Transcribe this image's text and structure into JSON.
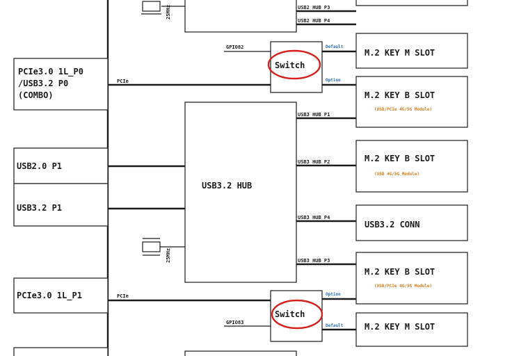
{
  "left_blocks": {
    "pcie_combo": [
      "PCIe3.0 1L_P0",
      "/USB3.2 P0",
      "(COMBO)"
    ],
    "usb2_p1": "USB2.0 P1",
    "usb3_p1": "USB3.2 P1",
    "pcie_p1": "PCIe3.0 1L_P1"
  },
  "signals": {
    "pcie_top": "PCIe",
    "pcie_bottom": "PCIe",
    "gpio_top": "GPIO82",
    "gpio_bottom": "GPIO83"
  },
  "switch_top": {
    "label": "Switch",
    "default": "Default",
    "option": "Option"
  },
  "switch_bottom": {
    "label": "Switch",
    "option": "Option",
    "default": "Default"
  },
  "hub": {
    "label": "USB3.2 HUB",
    "ports": [
      "USB3 HUB P1",
      "USB3 HUB P2",
      "USB3 HUB P4",
      "USB3 HUB P3"
    ],
    "top_ports": [
      "USB2 HUB P3",
      "USB2 HUB P4"
    ],
    "crystal": "25MHz"
  },
  "top_crystal": "25MHz",
  "right_blocks": {
    "m2_m_top": "M.2 KEY M SLOT",
    "m2_b_top": "M.2 KEY B SLOT",
    "m2_b_top_note": "(USB/PCIe 4G/5G Module)",
    "m2_b_mid": "M.2 KEY B SLOT",
    "m2_b_mid_note": "(USB 4G/5G Module)",
    "usb_conn": "USB3.2 CONN",
    "m2_b_bot": "M.2 KEY B SLOT",
    "m2_b_bot_note": "(USB/PCIe 4G/5G Module)",
    "m2_m_bot": "M.2 KEY M SLOT"
  }
}
